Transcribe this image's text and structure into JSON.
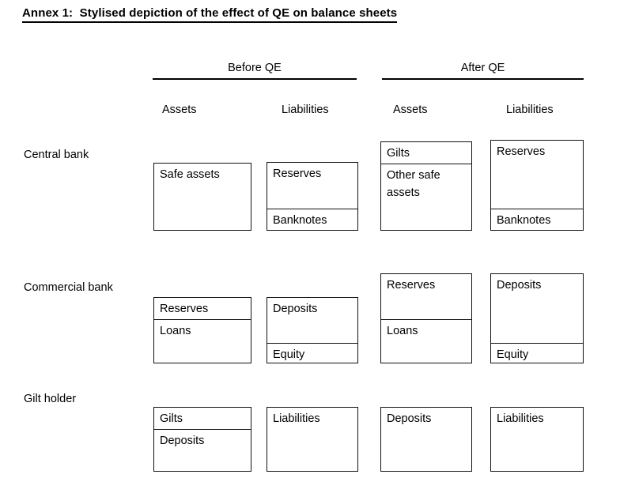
{
  "title": "Annex 1:  Stylised depiction of the effect of QE on balance sheets",
  "phases": [
    {
      "label": "Before QE"
    },
    {
      "label": "After QE"
    }
  ],
  "column_headers": [
    {
      "label": "Assets"
    },
    {
      "label": "Liabilities"
    },
    {
      "label": "Assets"
    },
    {
      "label": "Liabilities"
    }
  ],
  "rows": [
    {
      "label": "Central bank",
      "before": {
        "assets": [
          {
            "label": "Safe assets"
          }
        ],
        "liabilities": [
          {
            "label": "Reserves"
          },
          {
            "label": "Banknotes"
          }
        ]
      },
      "after": {
        "assets": [
          {
            "label": "Gilts"
          },
          {
            "label": "Other safe assets"
          }
        ],
        "liabilities": [
          {
            "label": "Reserves"
          },
          {
            "label": "Banknotes"
          }
        ]
      }
    },
    {
      "label": "Commercial bank",
      "before": {
        "assets": [
          {
            "label": "Reserves"
          },
          {
            "label": "Loans"
          }
        ],
        "liabilities": [
          {
            "label": "Deposits"
          },
          {
            "label": "Equity"
          }
        ]
      },
      "after": {
        "assets": [
          {
            "label": "Reserves"
          },
          {
            "label": "Loans"
          }
        ],
        "liabilities": [
          {
            "label": "Deposits"
          },
          {
            "label": "Equity"
          }
        ]
      }
    },
    {
      "label": "Gilt holder",
      "before": {
        "assets": [
          {
            "label": "Gilts"
          },
          {
            "label": "Deposits"
          }
        ],
        "liabilities": [
          {
            "label": "Liabilities"
          }
        ]
      },
      "after": {
        "assets": [
          {
            "label": "Deposits"
          }
        ],
        "liabilities": [
          {
            "label": "Liabilities"
          }
        ]
      }
    }
  ],
  "colors": {
    "background": "#ffffff",
    "ink": "#000000",
    "box_border": "#111111"
  }
}
